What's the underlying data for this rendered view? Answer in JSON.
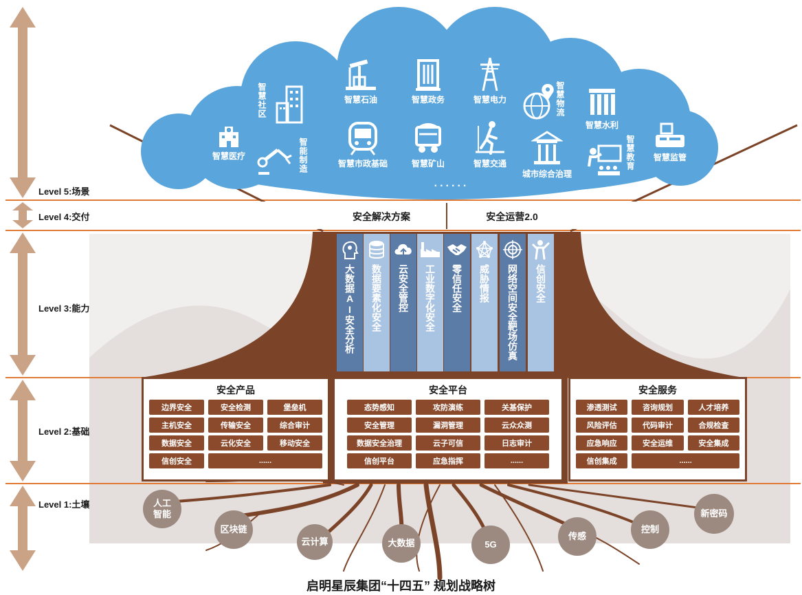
{
  "levels": {
    "l5": "Level 5:场景",
    "l4": "Level 4:交付",
    "l3": "Level 3:能力",
    "l2": "Level 2:基础",
    "l1": "Level 1:土壤"
  },
  "cloud": {
    "items": [
      {
        "label": "智慧医疗",
        "icon": "hospital-icon"
      },
      {
        "label": "智慧社区",
        "icon": "community-icon"
      },
      {
        "label": "智能制造",
        "icon": "robot-arm-icon"
      },
      {
        "label": "智慧石油",
        "icon": "oil-pump-icon"
      },
      {
        "label": "智慧市政基础",
        "icon": "subway-train-icon"
      },
      {
        "label": "智慧政务",
        "icon": "government-building-icon"
      },
      {
        "label": "智慧矿山",
        "icon": "mine-cart-icon"
      },
      {
        "label": "智慧电力",
        "icon": "power-tower-icon"
      },
      {
        "label": "智慧交通",
        "icon": "pedestrian-icon"
      },
      {
        "label": "智慧物流",
        "icon": "globe-location-icon"
      },
      {
        "label": "城市综合治理",
        "icon": "city-hall-icon"
      },
      {
        "label": "智慧水利",
        "icon": "dam-icon"
      },
      {
        "label": "智慧教育",
        "icon": "teacher-icon"
      },
      {
        "label": "智慧监管",
        "icon": "monitor-register-icon"
      }
    ],
    "ellipsis": "......"
  },
  "delivery": {
    "left": "安全解决方案",
    "right": "安全运营2.0"
  },
  "capabilities": [
    {
      "label": "大数据AI安全分析",
      "color": "#5b7ca6",
      "text_color": "#ffffff",
      "icon": "ai-head-icon"
    },
    {
      "label": "数据要素化安全",
      "color": "#a9c4e2",
      "text_color": "#ffffff",
      "icon": "database-icon"
    },
    {
      "label": "云安全管控",
      "color": "#5b7ca6",
      "text_color": "#ffffff",
      "icon": "cloud-icon"
    },
    {
      "label": "工业数字化安全",
      "color": "#a9c4e2",
      "text_color": "#ffffff",
      "icon": "factory-icon"
    },
    {
      "label": "零信任安全",
      "color": "#5b7ca6",
      "text_color": "#ffffff",
      "icon": "handshake-icon"
    },
    {
      "label": "威胁情报",
      "color": "#a9c4e2",
      "text_color": "#ffffff",
      "icon": "network-icon"
    },
    {
      "label": "网络空间安全靶场仿真",
      "color": "#5b7ca6",
      "text_color": "#ffffff",
      "icon": "target-globe-icon"
    },
    {
      "label": "信创安全",
      "color": "#a9c4e2",
      "text_color": "#ffffff",
      "icon": "person-icon"
    }
  ],
  "panels": {
    "products": {
      "title": "安全产品",
      "cells": [
        "边界安全",
        "安全检测",
        "堡垒机",
        "主机安全",
        "传输安全",
        "综合审计",
        "数据安全",
        "云化安全",
        "移动安全",
        "信创安全"
      ],
      "more": "......"
    },
    "platform": {
      "title": "安全平台",
      "cells": [
        "态势感知",
        "攻防演练",
        "关基保护",
        "安全管理",
        "漏洞管理",
        "云众众测",
        "数据安全治理",
        "云子可信",
        "日志审计",
        "信创平台",
        "应急指挥"
      ],
      "more": "......"
    },
    "services": {
      "title": "安全服务",
      "cells": [
        "渗透测试",
        "咨询规划",
        "人才培养",
        "风险评估",
        "代码审计",
        "合规检查",
        "应急响应",
        "安全运维",
        "安全集成",
        "信创集成"
      ],
      "more": "......"
    }
  },
  "roots": [
    "人工智能",
    "区块链",
    "云计算",
    "大数据",
    "5G",
    "传感",
    "控制",
    "新密码"
  ],
  "caption": "启明星辰集团“十四五” 规划战略树",
  "colors": {
    "cloud": "#5aa6dc",
    "trunk": "#7b4327",
    "cell": "#8b4a2c",
    "line": "#e07a34",
    "arrow": "#caa286",
    "bubble": "#9c8a80"
  }
}
